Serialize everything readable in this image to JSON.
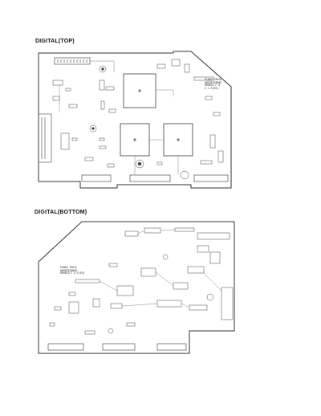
{
  "titles": {
    "top": "DIGITAL(TOP)",
    "bottom": "DIGITAL(BOTTOM)"
  },
  "silkscreen": {
    "top": [
      "PCB00 T001C",
      "AR3DSIS3BAS",
      "RRR023 F.3",
      "C.1.F(ES)"
    ],
    "bottom": [
      "PCB00 T001C",
      "AR3DSIS3BAS",
      "RRR023 F.3.F(ES)"
    ]
  },
  "colors": {
    "outline": "#333333",
    "trace": "#555555",
    "text": "#111111"
  }
}
